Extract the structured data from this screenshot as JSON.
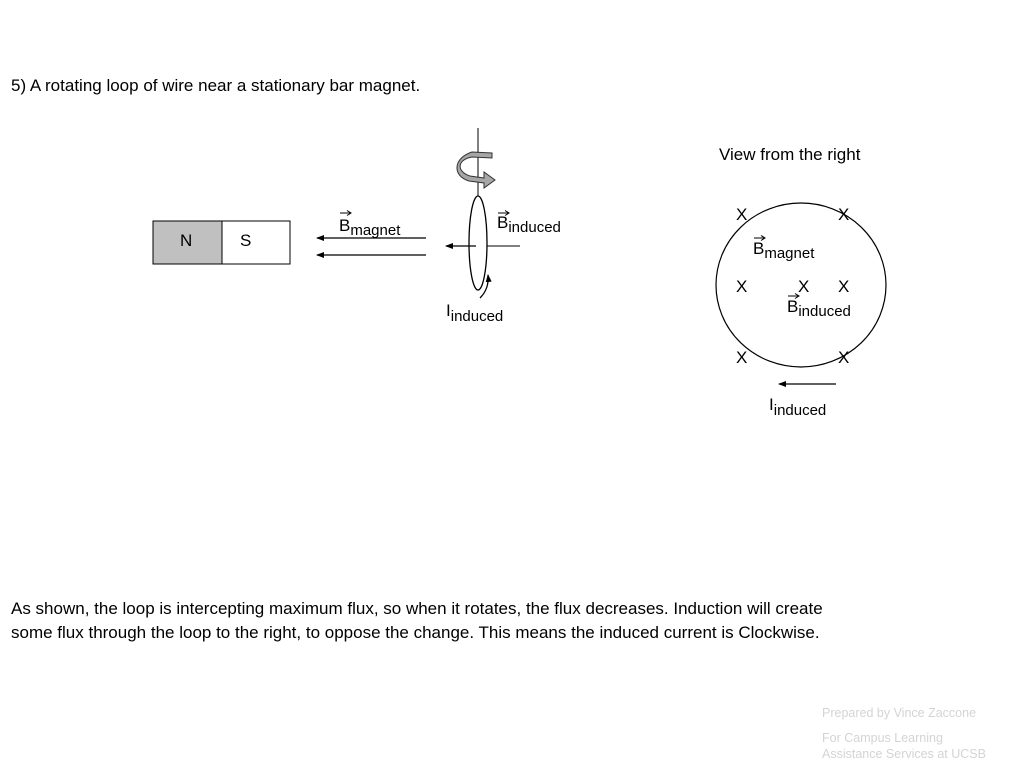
{
  "problem": {
    "title": "5)  A rotating loop of wire near a stationary bar magnet."
  },
  "magnet": {
    "north_label": "N",
    "south_label": "S",
    "north_fill": "#c0c0c0"
  },
  "side_view": {
    "b_magnet": {
      "symbol": "B",
      "subscript": "magnet"
    },
    "b_induced": {
      "symbol": "B",
      "subscript": "induced"
    },
    "i_induced": {
      "symbol": "I",
      "subscript": "induced"
    }
  },
  "right_view": {
    "title": "View from the right",
    "x_mark": "X",
    "b_magnet": {
      "symbol": "B",
      "subscript": "magnet"
    },
    "b_induced": {
      "symbol": "B",
      "subscript": "induced"
    },
    "i_induced": {
      "symbol": "I",
      "subscript": "induced"
    }
  },
  "explanation": {
    "line1": "As shown, the loop is intercepting maximum flux, so when it rotates, the flux decreases.  Induction will create",
    "line2": "some flux through the loop to the right, to oppose the change.  This  means the induced current is Clockwise."
  },
  "credit": {
    "line1": "Prepared by Vince Zaccone",
    "line2": "For Campus Learning",
    "line3": "Assistance Services at UCSB"
  }
}
